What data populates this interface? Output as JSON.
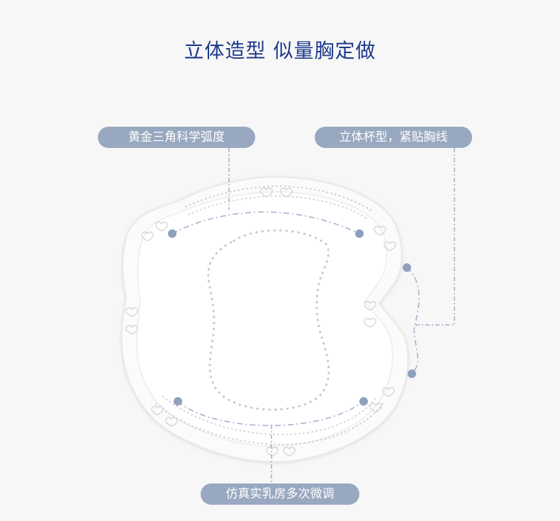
{
  "title": "立体造型 似量胸定做",
  "labels": {
    "arc": "黄金三角科学弧度",
    "cup": "立体杯型，紧贴胸线",
    "adjust": "仿真实乳房多次微调"
  },
  "colors": {
    "title": "#1e3a8a",
    "pill": "#98a8c0",
    "accent": "#8fa0bd",
    "background": "#f7f7f7"
  }
}
